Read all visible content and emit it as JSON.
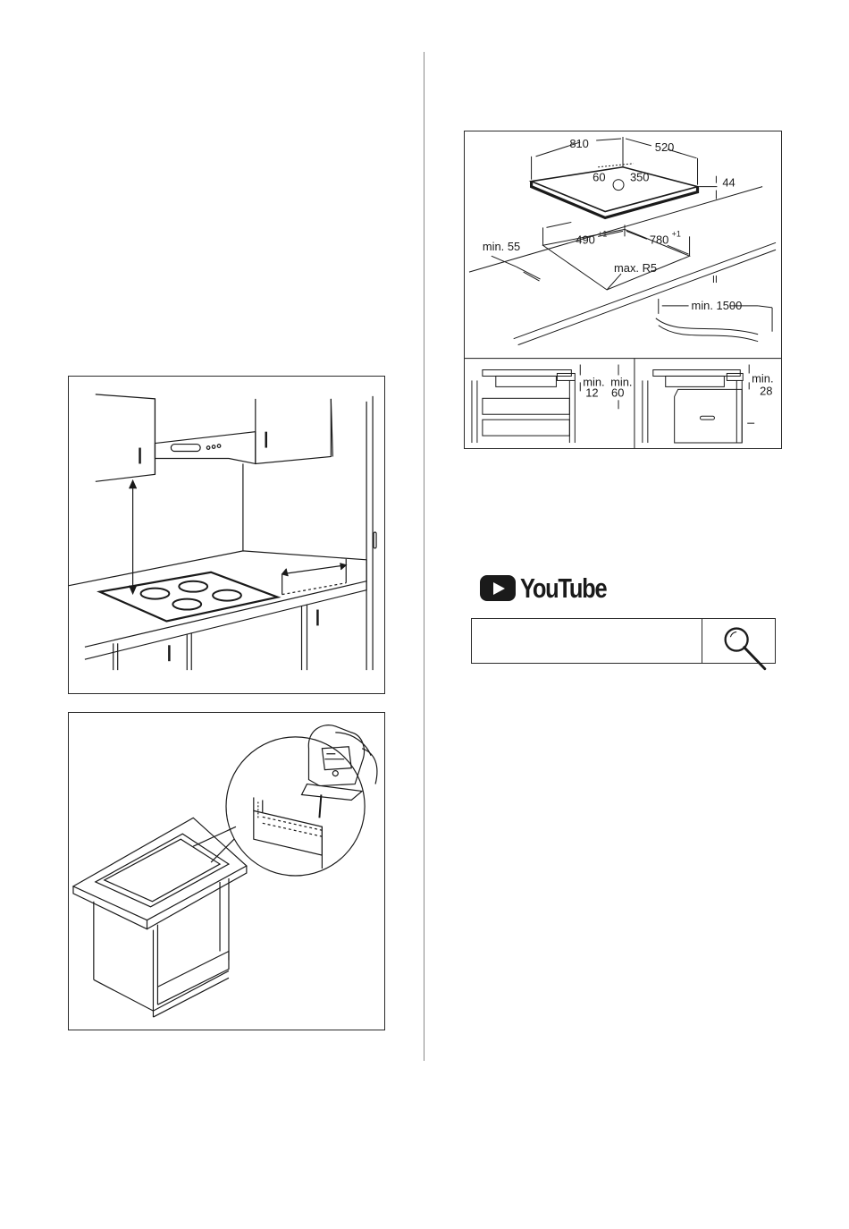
{
  "figures": {
    "dimensions": {
      "labels": {
        "width": "810",
        "depth": "520",
        "height": "44",
        "conn_a": "60",
        "conn_b": "350",
        "cut_depth": "490",
        "cut_depth_tol": "+1",
        "cut_width": "780",
        "cut_width_tol": "+1",
        "min_edge": "min. 55",
        "max_radius": "max. R5",
        "min_cable": "min. 1500",
        "min_a_word": "min.",
        "min_a_value": "12",
        "min_b_word": "min.",
        "min_b_value": "60",
        "min_c_word": "min.",
        "min_c_value": "28"
      }
    }
  },
  "youtube": {
    "logo_text": "YouTube",
    "search_placeholder": "",
    "icons": {
      "logo": "youtube-play-icon",
      "search": "magnifier-icon"
    }
  }
}
